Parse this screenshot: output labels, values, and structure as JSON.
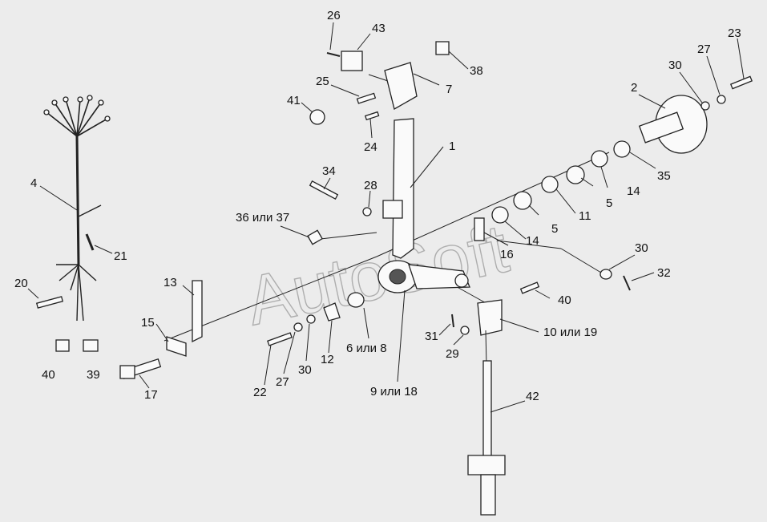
{
  "watermark": "AutoSoft",
  "labels": [
    {
      "id": "l1",
      "text": "1"
    },
    {
      "id": "l2",
      "text": "2"
    },
    {
      "id": "l4",
      "text": "4"
    },
    {
      "id": "l5a",
      "text": "5"
    },
    {
      "id": "l5b",
      "text": "5"
    },
    {
      "id": "l6",
      "text": "6 или 8"
    },
    {
      "id": "l7",
      "text": "7"
    },
    {
      "id": "l9",
      "text": "9 или 18"
    },
    {
      "id": "l10",
      "text": "10 или 19"
    },
    {
      "id": "l11",
      "text": "11"
    },
    {
      "id": "l12",
      "text": "12"
    },
    {
      "id": "l13",
      "text": "13"
    },
    {
      "id": "l14a",
      "text": "14"
    },
    {
      "id": "l14b",
      "text": "14"
    },
    {
      "id": "l15",
      "text": "15"
    },
    {
      "id": "l16",
      "text": "16"
    },
    {
      "id": "l17",
      "text": "17"
    },
    {
      "id": "l20",
      "text": "20"
    },
    {
      "id": "l21",
      "text": "21"
    },
    {
      "id": "l22",
      "text": "22"
    },
    {
      "id": "l23",
      "text": "23"
    },
    {
      "id": "l24",
      "text": "24"
    },
    {
      "id": "l25",
      "text": "25"
    },
    {
      "id": "l26",
      "text": "26"
    },
    {
      "id": "l27a",
      "text": "27"
    },
    {
      "id": "l27b",
      "text": "27"
    },
    {
      "id": "l28",
      "text": "28"
    },
    {
      "id": "l29",
      "text": "29"
    },
    {
      "id": "l30a",
      "text": "30"
    },
    {
      "id": "l30b",
      "text": "30"
    },
    {
      "id": "l30c",
      "text": "30"
    },
    {
      "id": "l31",
      "text": "31"
    },
    {
      "id": "l32",
      "text": "32"
    },
    {
      "id": "l34",
      "text": "34"
    },
    {
      "id": "l35",
      "text": "35"
    },
    {
      "id": "l36",
      "text": "36 или 37"
    },
    {
      "id": "l38",
      "text": "38"
    },
    {
      "id": "l39",
      "text": "39"
    },
    {
      "id": "l40a",
      "text": "40"
    },
    {
      "id": "l40b",
      "text": "40"
    },
    {
      "id": "l41",
      "text": "41"
    },
    {
      "id": "l42",
      "text": "42"
    },
    {
      "id": "l43",
      "text": "43"
    }
  ]
}
